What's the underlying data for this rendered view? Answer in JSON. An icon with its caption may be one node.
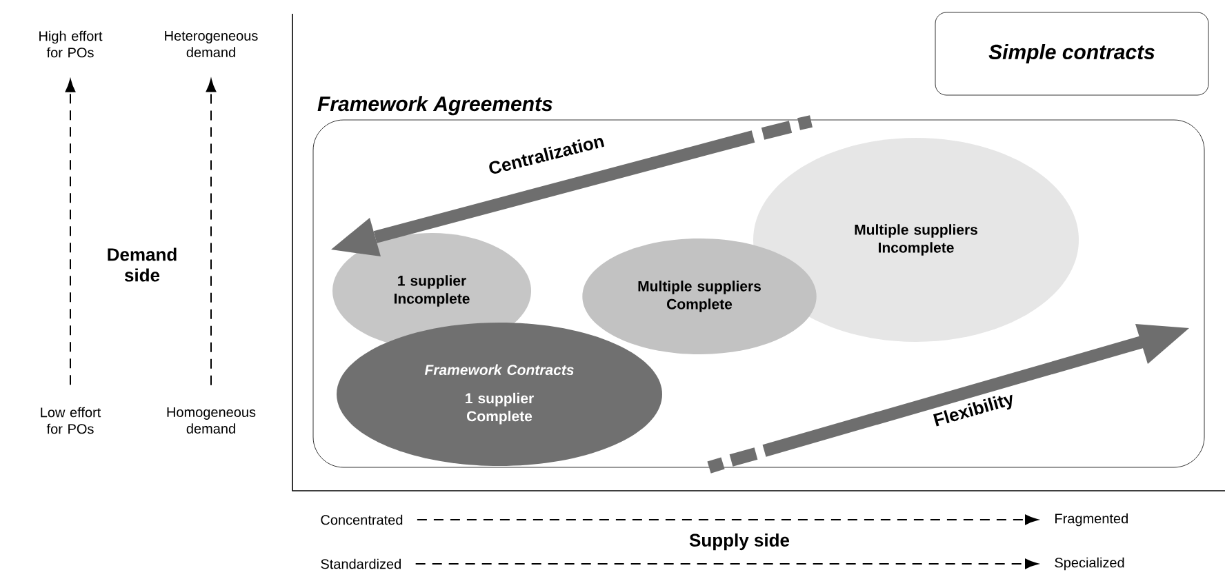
{
  "diagram": {
    "nodes": [
      {
        "text": [
          "Simple contracts"
        ]
      },
      {
        "text": [
          "Framework Agreements"
        ]
      },
      {
        "text": [
          "1 supplier Incomplete"
        ],
        "in": 1
      },
      {
        "text": [
          "Multiple suppliers Complete"
        ],
        "in": 1
      },
      {
        "text": [
          "Multiple suppliers Incomplete"
        ],
        "in": 1
      },
      {
        "text": [
          "Framework Contracts",
          "1 supplier Complete"
        ],
        "in": 1
      },
      {
        "text": [
          "High effort for POs"
        ]
      },
      {
        "text": [
          "Heterogeneous demand"
        ]
      },
      {
        "text": [
          "Low effort for POs"
        ]
      },
      {
        "text": [
          "Homogeneous demand"
        ]
      },
      {
        "text": [
          "Concentrated"
        ]
      },
      {
        "text": [
          "Fragmented"
        ]
      },
      {
        "text": [
          "Standardized"
        ]
      },
      {
        "text": [
          "Specialized"
        ]
      }
    ],
    "edges": [
      {
        "from": 8,
        "to": 6,
        "arrow": "to",
        "style": "dashed"
      },
      {
        "from": 9,
        "to": 7,
        "arrow": "to",
        "style": "dashed"
      },
      {
        "from": 10,
        "to": 11,
        "arrow": "to",
        "style": "dashed"
      },
      {
        "from": 12,
        "to": 13,
        "arrow": "to",
        "style": "dashed"
      }
    ],
    "labels": [
      "Demand side",
      "Centralization",
      "Flexibility",
      "Supply side"
    ]
  }
}
